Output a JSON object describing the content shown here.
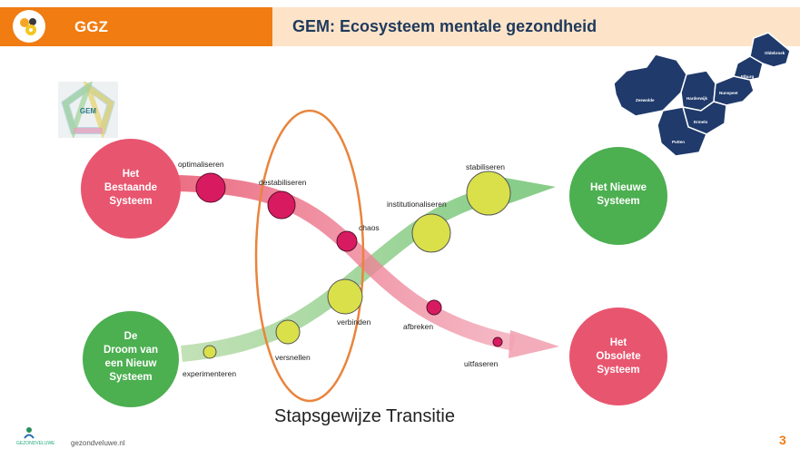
{
  "header": {
    "left_title": "GGZ",
    "right_title": "GEM: Ecosysteem mentale gezondheid",
    "accent_color": "#f07c12",
    "band_color": "#fde4c9"
  },
  "gem_logo": {
    "label": "GEM"
  },
  "map": {
    "color": "#1f3a6b",
    "regions": [
      "Oldebroek",
      "Elburg",
      "Zeewolde",
      "Harderwijk",
      "Nunspeet",
      "Ermelo",
      "Putten"
    ]
  },
  "systems": {
    "existing": [
      "Het",
      "Bestaande",
      "Systeem"
    ],
    "dream": [
      "De",
      "Droom van",
      "een Nieuw",
      "Systeem"
    ],
    "new": [
      "Het Nieuwe",
      "Systeem"
    ],
    "obsolete": [
      "Het",
      "Obsolete",
      "Systeem"
    ]
  },
  "labels": {
    "optimaliseren": "optimaliseren",
    "destabiliseren": "destabiliseren",
    "chaos": "chaos",
    "afbreken": "afbreken",
    "uitfaseren": "uitfaseren",
    "experimenteren": "experimenteren",
    "versnellen": "versnellen",
    "verbinden": "verbinden",
    "institutionaliseren": "institutionaliseren",
    "stabiliseren": "stabiliseren"
  },
  "caption": "Stapsgewijze Transitie",
  "footer": {
    "url": "gezondveluwe.nl",
    "logo_text": "GEZONDVELUWE"
  },
  "page_number": "3",
  "colors": {
    "red": "#e8556f",
    "green": "#4caf50",
    "yellow": "#d9e04a",
    "orange": "#e9843c"
  }
}
